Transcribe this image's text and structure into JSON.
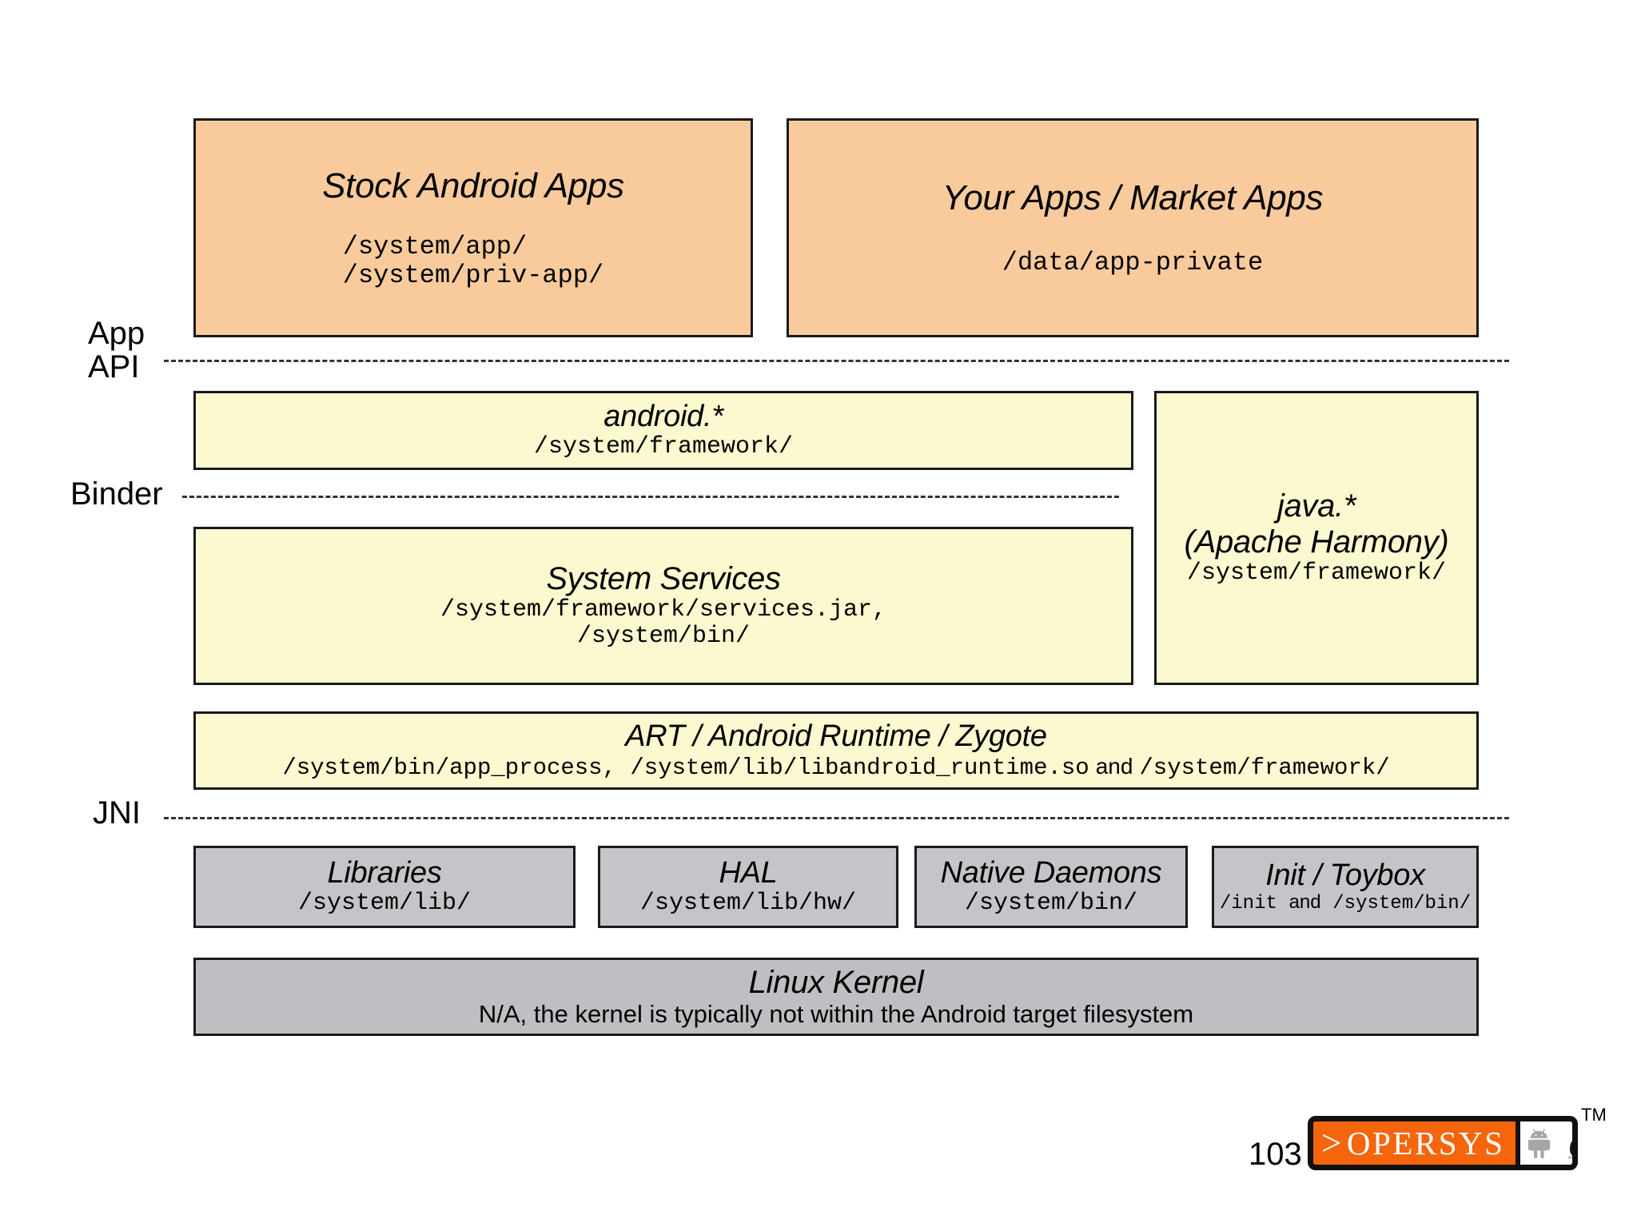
{
  "slide": {
    "page_number": "103",
    "colors": {
      "app_box": "#f9cb9c",
      "framework_box": "#fcf8d0",
      "native_box": "#c6c4c8",
      "kernel_box": "#c0bec2",
      "border": "#1a1a1a",
      "logo_orange": "#f4650c"
    }
  },
  "layer_labels": {
    "app_api_line1": "App",
    "app_api_line2": "API",
    "binder": "Binder",
    "jni": "JNI"
  },
  "boxes": {
    "stock_apps": {
      "title": "Stock Android Apps",
      "path1": "/system/app/",
      "path2": "/system/priv-app/"
    },
    "market_apps": {
      "title": "Your Apps / Market Apps",
      "path1": "/data/app-private"
    },
    "android_api": {
      "title": "android.*",
      "path1": "/system/framework/"
    },
    "system_services": {
      "title": "System Services",
      "path1": "/system/framework/services.jar,",
      "path2": "/system/bin/"
    },
    "java_harmony": {
      "title1": "java.*",
      "title2": "(Apache Harmony)",
      "path1": "/system/framework/"
    },
    "art_runtime": {
      "title": "ART / Android Runtime / Zygote",
      "path1": "/system/bin/app_process, /system/lib/libandroid_runtime.so",
      "conjunction": "and",
      "path2": "/system/framework/"
    },
    "libraries": {
      "title": "Libraries",
      "path1": "/system/lib/"
    },
    "hal": {
      "title": "HAL",
      "path1": "/system/lib/hw/"
    },
    "native_daemons": {
      "title": "Native Daemons",
      "path1": "/system/bin/"
    },
    "init_toybox": {
      "title": "Init / Toybox",
      "path1": "/init",
      "conjunction": "and",
      "path2": "/system/bin/"
    },
    "linux_kernel": {
      "title": "Linux Kernel",
      "subtitle": "N/A, the kernel is typically not within the Android target filesystem"
    }
  },
  "footer": {
    "logo_chevron": ">",
    "logo_text": "OPERSYS",
    "trademark": "TM"
  }
}
